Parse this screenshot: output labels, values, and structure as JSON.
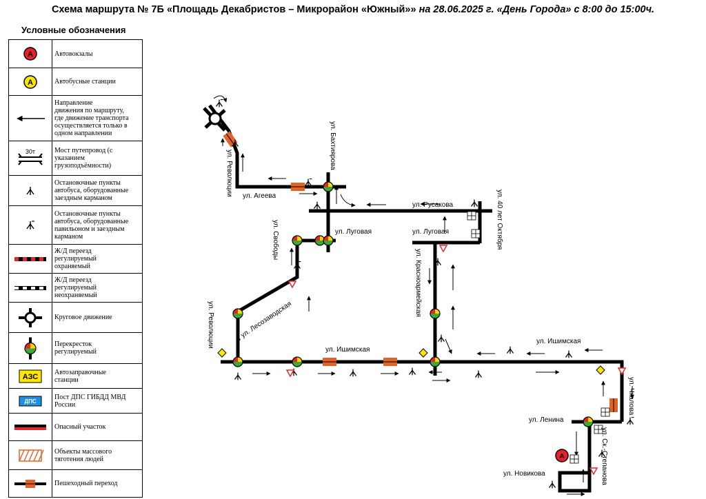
{
  "title": {
    "main": "Схема маршрута № 7Б «Площадь Декабристов – Микрорайон «Южный»»",
    "details": "на 28.06.2025 г. «День Города» с 8:00 до 15:00ч."
  },
  "legend": {
    "heading": "Условные обозначения",
    "items": [
      {
        "label": "Автовокзалы",
        "icon": "bus-terminal-icon",
        "symbol_text": "А"
      },
      {
        "label": "Автобусные станции",
        "icon": "bus-station-icon",
        "symbol_text": "А"
      },
      {
        "label": "Направление\nдвижения по маршруту,\nгде движение транспорта\nосуществляется только в\nодном направлении",
        "icon": "direction-arrow-icon"
      },
      {
        "label": "Мост путепровод (с\nуказанием\nгрузоподъёмности)",
        "icon": "bridge-icon",
        "symbol_text": "30т"
      },
      {
        "label": "Остановочные пункты\nавтобуса, оборудованные\nзаездным карманом",
        "icon": "bus-stop-pocket-icon"
      },
      {
        "label": "Остановочные пункты\nавтобуса, оборудованные\nпавильоном и заездным\nкарманом",
        "icon": "bus-stop-pavilion-icon"
      },
      {
        "label": "Ж/Д переезд\nрегулируемый\nохраняемый",
        "icon": "guarded-railway-crossing-icon"
      },
      {
        "label": "Ж/Д переезд\nрегулируемый\nнеохраняемый",
        "icon": "unguarded-railway-crossing-icon"
      },
      {
        "label": "Круговое движение",
        "icon": "roundabout-icon"
      },
      {
        "label": "Перекресток\nрегулируемый",
        "icon": "traffic-light-icon"
      },
      {
        "label": "Автозаправочные\nстанции",
        "icon": "gas-station-icon",
        "symbol_text": "АЗС"
      },
      {
        "label": "Пост ДПС ГИБДД МВД\nРоссии",
        "icon": "police-post-icon",
        "symbol_text": "ДПС"
      },
      {
        "label": "Опасный участок",
        "icon": "dangerous-section-icon"
      },
      {
        "label": "Объекты массового\nтяготения людей",
        "icon": "mass-gathering-icon"
      },
      {
        "label": "Пешеходный переход",
        "icon": "pedestrian-crossing-icon"
      }
    ]
  },
  "map": {
    "streets": {
      "revolyutsii_north": "ул. Революции",
      "ageeva": "ул. Агеева",
      "bakhtiyarova": "ул. Бахтиярова",
      "lugovaya_west": "ул. Луговая",
      "rusakova": "ул. Русакова",
      "oktyabrya": "ул. 40 лет Октября",
      "lugovaya_east": "ул. Луговая",
      "svobody": "ул. Свободы",
      "krasnoarmeyskaya": "ул. Красноармейская",
      "lesozavodskaya": "ул. Лесозаводская",
      "revolyutsii_south": "ул. Революции",
      "ishimskaya_west": "ул. Ишимская",
      "ishimskaya_east": "ул. Ишимская",
      "chkalova": "ул. Чкалова",
      "lenina": "ул. Ленина",
      "sk_stepanova": "ул. Ск.-Степанова",
      "novikova": "ул. Новикова"
    },
    "terminal_label": "А"
  },
  "colors": {
    "road": "#000000",
    "terminal_red": "#e8202a",
    "station_yellow": "#ffe600",
    "crossing_orange": "#e2632a",
    "police_blue": "#1f8fe0",
    "light_red": "#e3262b",
    "light_yellow": "#ffd400",
    "light_green": "#3aa935"
  }
}
